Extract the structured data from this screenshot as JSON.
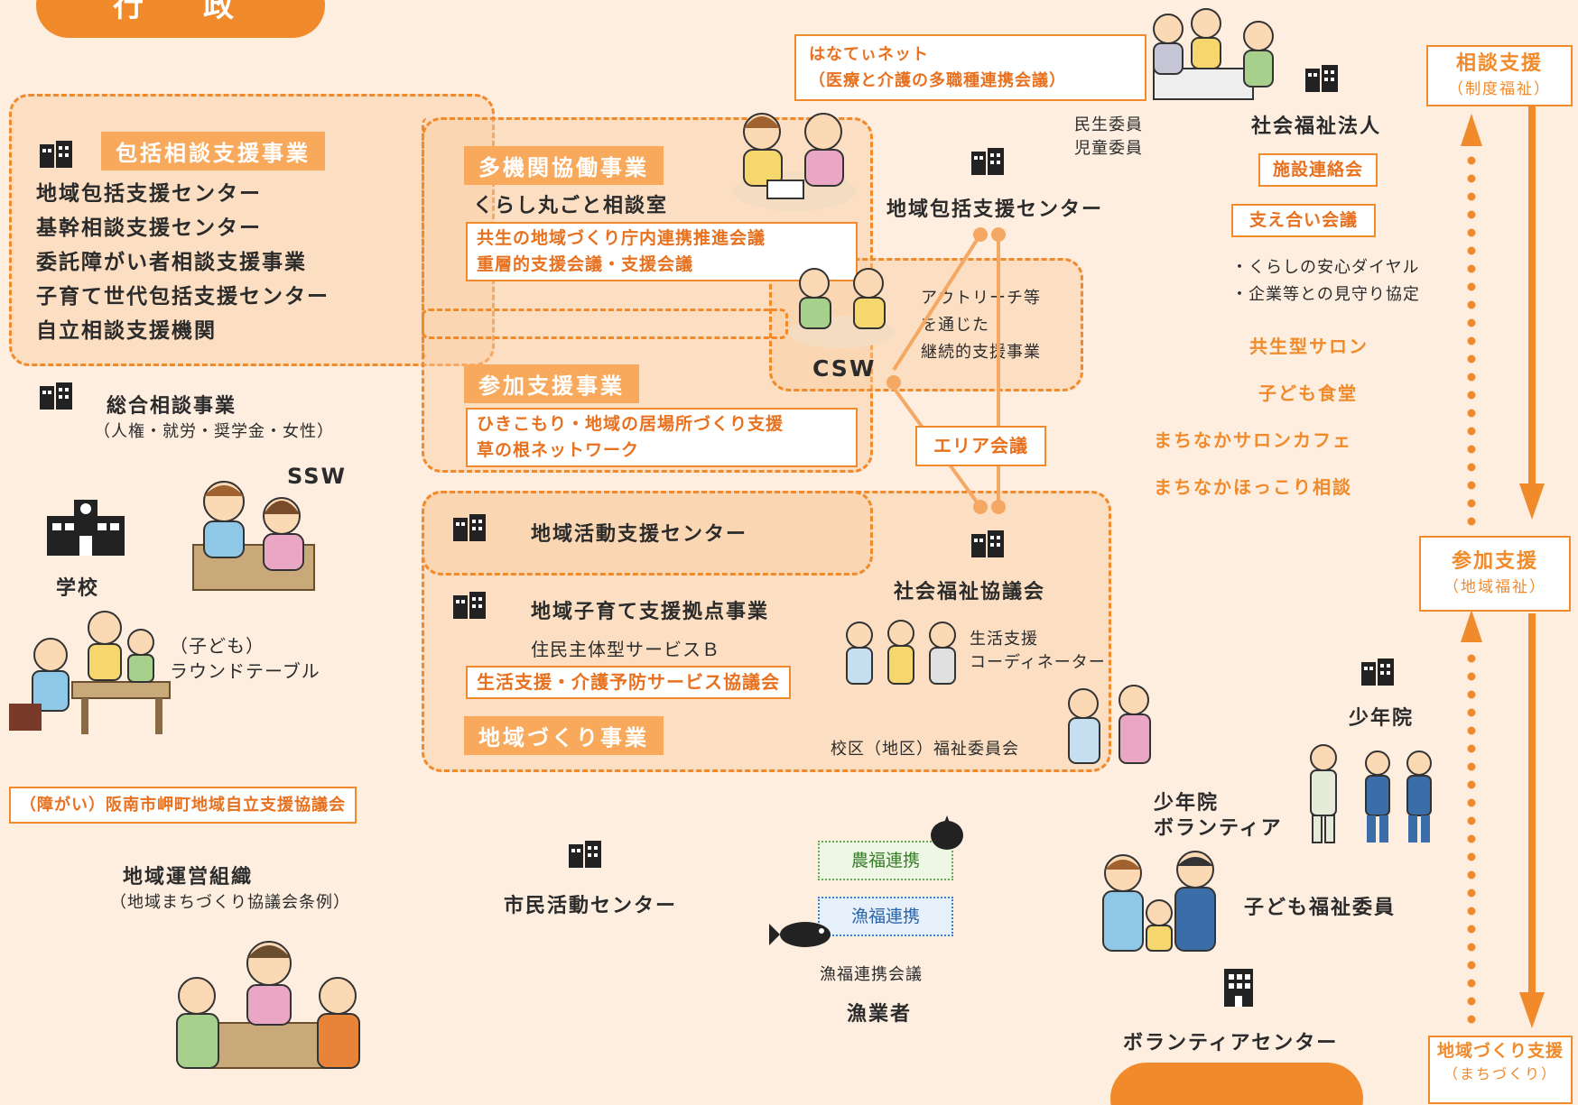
{
  "header": {
    "title": "行　政"
  },
  "left_block": {
    "tag": "包括相談支援事業",
    "items": [
      "地域包括支援センター",
      "基幹相談支援センター",
      "委託障がい者相談支援事業",
      "子育て世代包括支援センター",
      "自立相談支援機関"
    ]
  },
  "sogo": {
    "title": "総合相談事業",
    "sub": "（人権・就労・奨学金・女性）"
  },
  "ssw": "SSW",
  "school": "学校",
  "roundtable": {
    "line1": "（子ども）",
    "line2": "ラウンドテーブル"
  },
  "jiritsu_kyogikai": "（障がい）阪南市岬町地域自立支援協議会",
  "unei": {
    "title": "地域運営組織",
    "sub": "（地域まちづくり協議会条例）"
  },
  "shimin": "市民活動センター",
  "center_block": {
    "tajuu_tag": "多機関協働事業",
    "kurashi": "くらし丸ごと相談室",
    "kaigi_line1": "共生の地域づくり庁内連携推進会議",
    "kaigi_line2": "重層的支援会議・支援会議",
    "sanka_tag": "参加支援事業",
    "hiki_line1": "ひきこもり・地域の居場所づくり支援",
    "hiki_line2": "草の根ネットワーク",
    "katsudo": "地域活動支援センター",
    "kosodate": "地域子育て支援拠点事業",
    "jumin": "住民主体型サービスＢ",
    "seikatsu_kyogikai": "生活支援・介護予防サービス協議会",
    "chiiki_tag": "地域づくり事業"
  },
  "csw": {
    "label": "CSW",
    "outreach_line1": "アウトリーチ等",
    "outreach_line2": "を通じた",
    "outreach_line3": "継続的支援事業"
  },
  "hanatey": {
    "line1": "はなてぃネット",
    "line2": "（医療と介護の多職種連携会議）"
  },
  "minsei": {
    "line1": "民生委員",
    "line2": "児童委員"
  },
  "houkatsu_center": "地域包括支援センター",
  "area_kaigi": "エリア会議",
  "shakyo": "社会福祉協議会",
  "coordinator": {
    "line1": "生活支援",
    "line2": "コーディネーター"
  },
  "kouku": "校区（地区）福祉委員会",
  "right_block": {
    "hojin": "社会福祉法人",
    "shisetsu": "施設連絡会",
    "sasaeai": "支え合い会議",
    "dial": "・くらしの安心ダイヤル",
    "mimamori": "・企業等との見守り協定",
    "salon": "共生型サロン",
    "shokudo": "子ども食堂",
    "cafe": "まちなかサロンカフェ",
    "hokkori": "まちなかほっこり相談",
    "shonenin": "少年院",
    "shonenin_vol_line1": "少年院",
    "shonenin_vol_line2": "ボランティア",
    "kodomo_fukushi": "子ども福祉委員",
    "vol_center": "ボランティアセンター"
  },
  "nofuku": "農福連携",
  "gyofuku": "漁福連携",
  "gyofuku_kaigi": "漁福連携会議",
  "gyogyosha": "漁業者",
  "side": {
    "soudan_main": "相談支援",
    "soudan_sub": "（制度福祉）",
    "sanka_main": "参加支援",
    "sanka_sub": "（地域福祉）",
    "chiiki_main": "地域づくり支援",
    "chiiki_sub": "（まちづくり）"
  },
  "colors": {
    "accent": "#f08a2b",
    "background": "#fdeee0",
    "shade": "#f9c99a"
  }
}
